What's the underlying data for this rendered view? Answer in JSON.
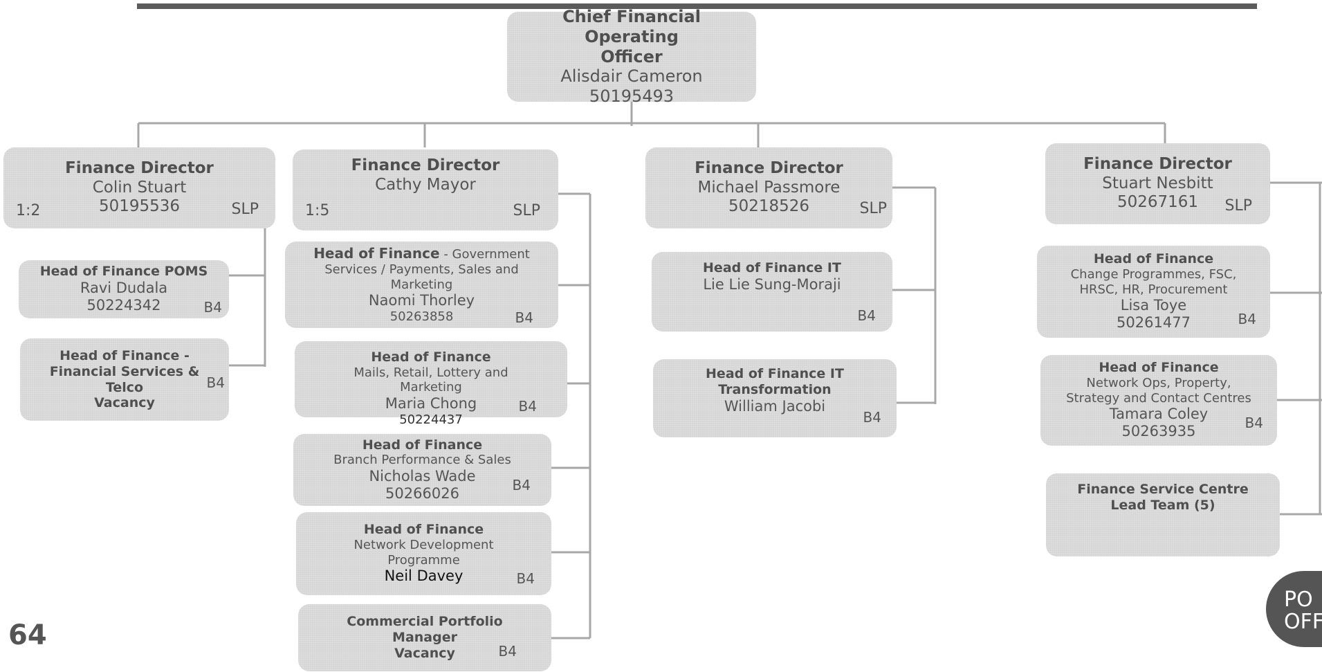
{
  "page_number": "64",
  "badge": {
    "line1": "PO",
    "line2": "OFF"
  },
  "ceo": {
    "title_line1": "Chief Financial Operating",
    "title_line2": "Officer",
    "name": "Alisdair Cameron",
    "number": "50195493"
  },
  "directors": [
    {
      "title": "Finance Director",
      "name": "Colin Stuart",
      "number": "50195536",
      "span": "1:2",
      "grade": "SLP"
    },
    {
      "title": "Finance Director",
      "name": "Cathy Mayor",
      "number": "",
      "span": "1:5",
      "grade": "SLP"
    },
    {
      "title": "Finance Director",
      "name": "Michael Passmore",
      "number": "50218526",
      "span": "",
      "grade": "SLP"
    },
    {
      "title": "Finance Director",
      "name": "Stuart Nesbitt",
      "number": "50267161",
      "span": "",
      "grade": "SLP"
    }
  ],
  "reports": {
    "col1": [
      {
        "role": "Head of Finance POMS",
        "name": "Ravi Dudala",
        "number": "50224342",
        "grade": "B4"
      },
      {
        "role_line1": "Head of Finance -",
        "role_line2": "Financial Services &",
        "role_line3": "Telco",
        "role_line4": "Vacancy",
        "grade": "B4"
      }
    ],
    "col2": [
      {
        "role": "Head of Finance",
        "desc_line0": " - Government",
        "desc_line1": "Services / Payments, Sales and",
        "desc_line2": "Marketing",
        "name": "Naomi Thorley",
        "number": "50263858",
        "grade": "B4"
      },
      {
        "role": "Head of Finance",
        "desc_line1": "Mails, Retail, Lottery and",
        "desc_line2": "Marketing",
        "name": "Maria Chong",
        "number": "50224437",
        "grade": "B4"
      },
      {
        "role": "Head of Finance",
        "desc_line1": "Branch Performance & Sales",
        "name": "Nicholas Wade",
        "number": "50266026",
        "grade": "B4"
      },
      {
        "role": "Head of Finance",
        "desc_line1": "Network Development",
        "desc_line2": "Programme",
        "name": "Neil Davey",
        "grade": "B4"
      },
      {
        "role_line1": "Commercial Portfolio",
        "role_line2": "Manager",
        "role_line3": "Vacancy",
        "grade": "B4"
      }
    ],
    "col3": [
      {
        "role": "Head of Finance IT",
        "name": "Lie Lie Sung-Moraji",
        "grade": "B4"
      },
      {
        "role_line1": "Head of Finance IT",
        "role_line2": "Transformation",
        "name": "William Jacobi",
        "grade": "B4"
      }
    ],
    "col4": [
      {
        "role": "Head of Finance",
        "desc_line1": "Change Programmes, FSC,",
        "desc_line2": "HRSC, HR, Procurement",
        "name": "Lisa Toye",
        "number": "50261477",
        "grade": "B4"
      },
      {
        "role": "Head of Finance",
        "desc_line1": "Network Ops, Property,",
        "desc_line2": "Strategy and Contact Centres",
        "name": "Tamara Coley",
        "number": "50263935",
        "grade": "B4"
      },
      {
        "role_line1": "Finance Service Centre",
        "role_line2": "Lead Team (5)"
      }
    ]
  }
}
